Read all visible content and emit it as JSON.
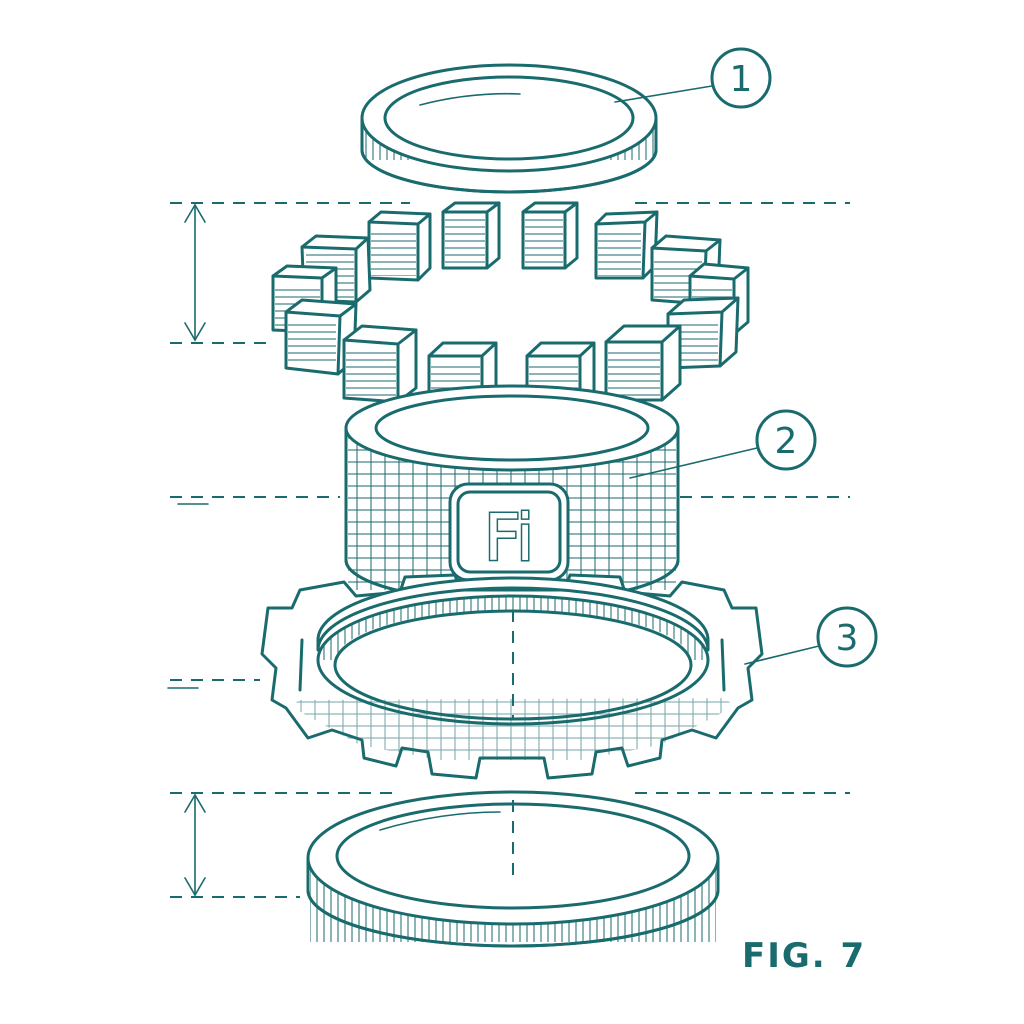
{
  "callouts": [
    {
      "label": "1",
      "part": "top-disc"
    },
    {
      "label": "2",
      "part": "central-cylinder"
    },
    {
      "label": "3",
      "part": "gear-ring"
    }
  ],
  "logo_text": "Fi",
  "figure_label": "FIG. 7",
  "colors": {
    "ink": "#1a6b6e",
    "background": "#ffffff"
  }
}
